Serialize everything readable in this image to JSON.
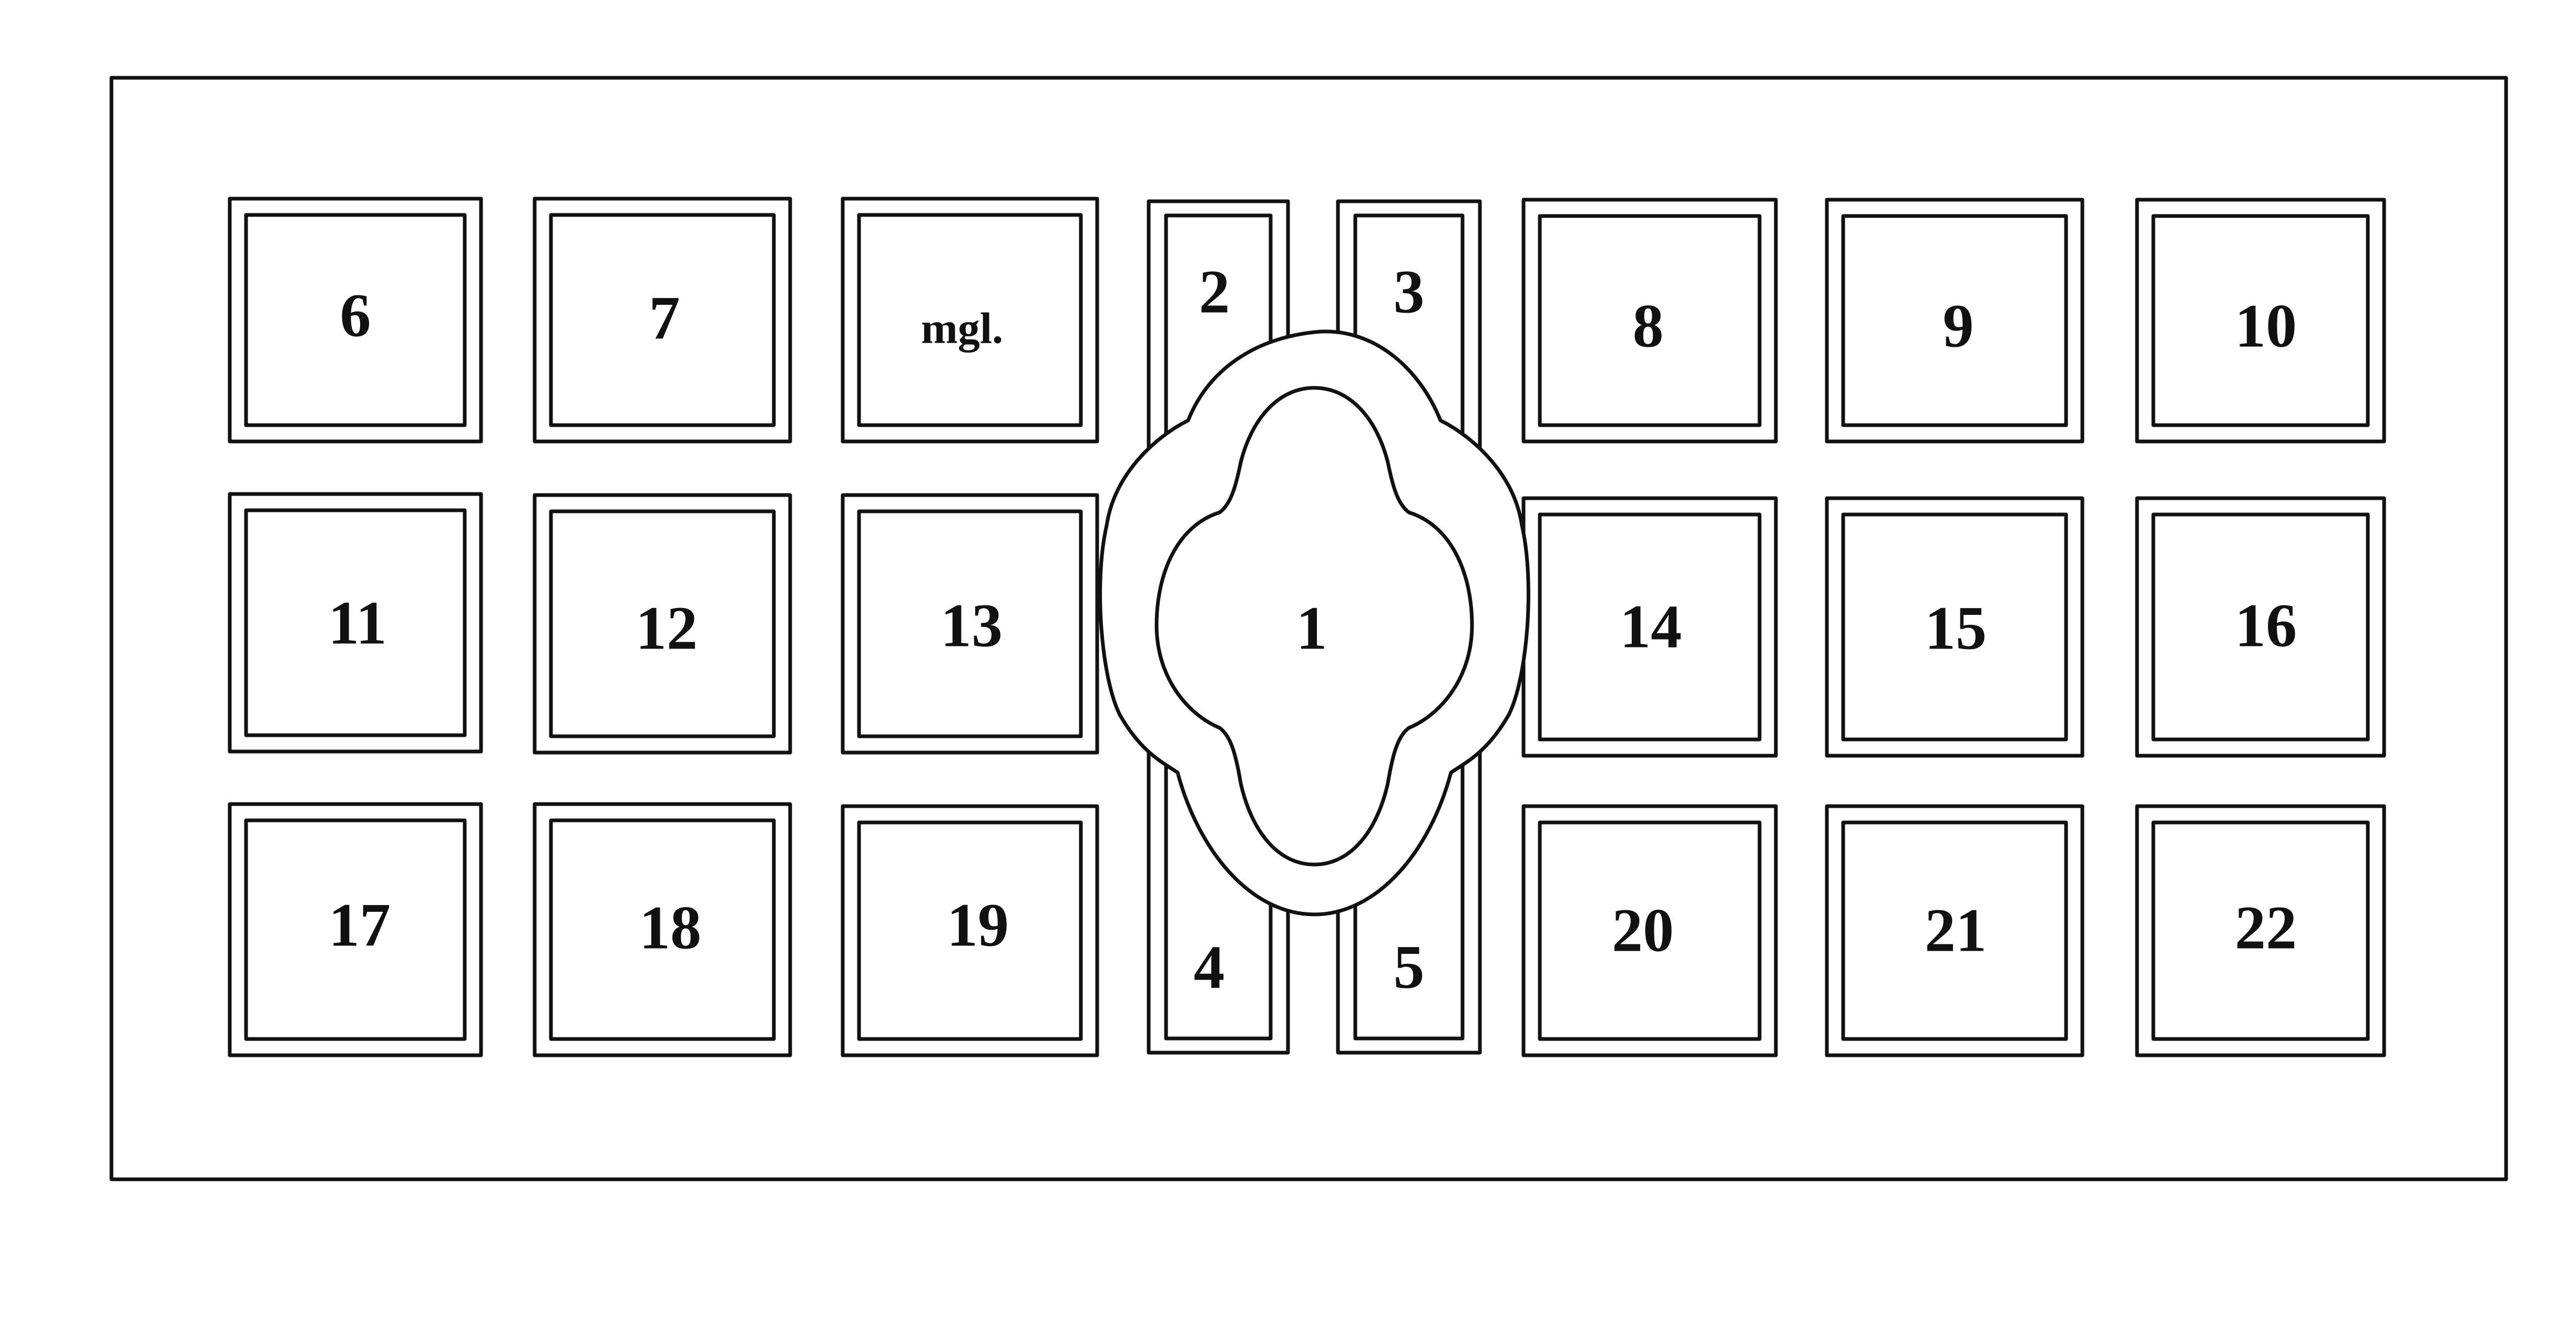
{
  "diagram": {
    "labels": {
      "p1": "1",
      "p2": "2",
      "p3": "3",
      "p4": "4",
      "p5": "5",
      "p6": "6",
      "p7": "7",
      "mgl": "mgl.",
      "p8": "8",
      "p9": "9",
      "p10": "10",
      "p11": "11",
      "p12": "12",
      "p13": "13",
      "p14": "14",
      "p15": "15",
      "p16": "16",
      "p17": "17",
      "p18": "18",
      "p19": "19",
      "p20": "20",
      "p21": "21",
      "p22": "22"
    }
  }
}
